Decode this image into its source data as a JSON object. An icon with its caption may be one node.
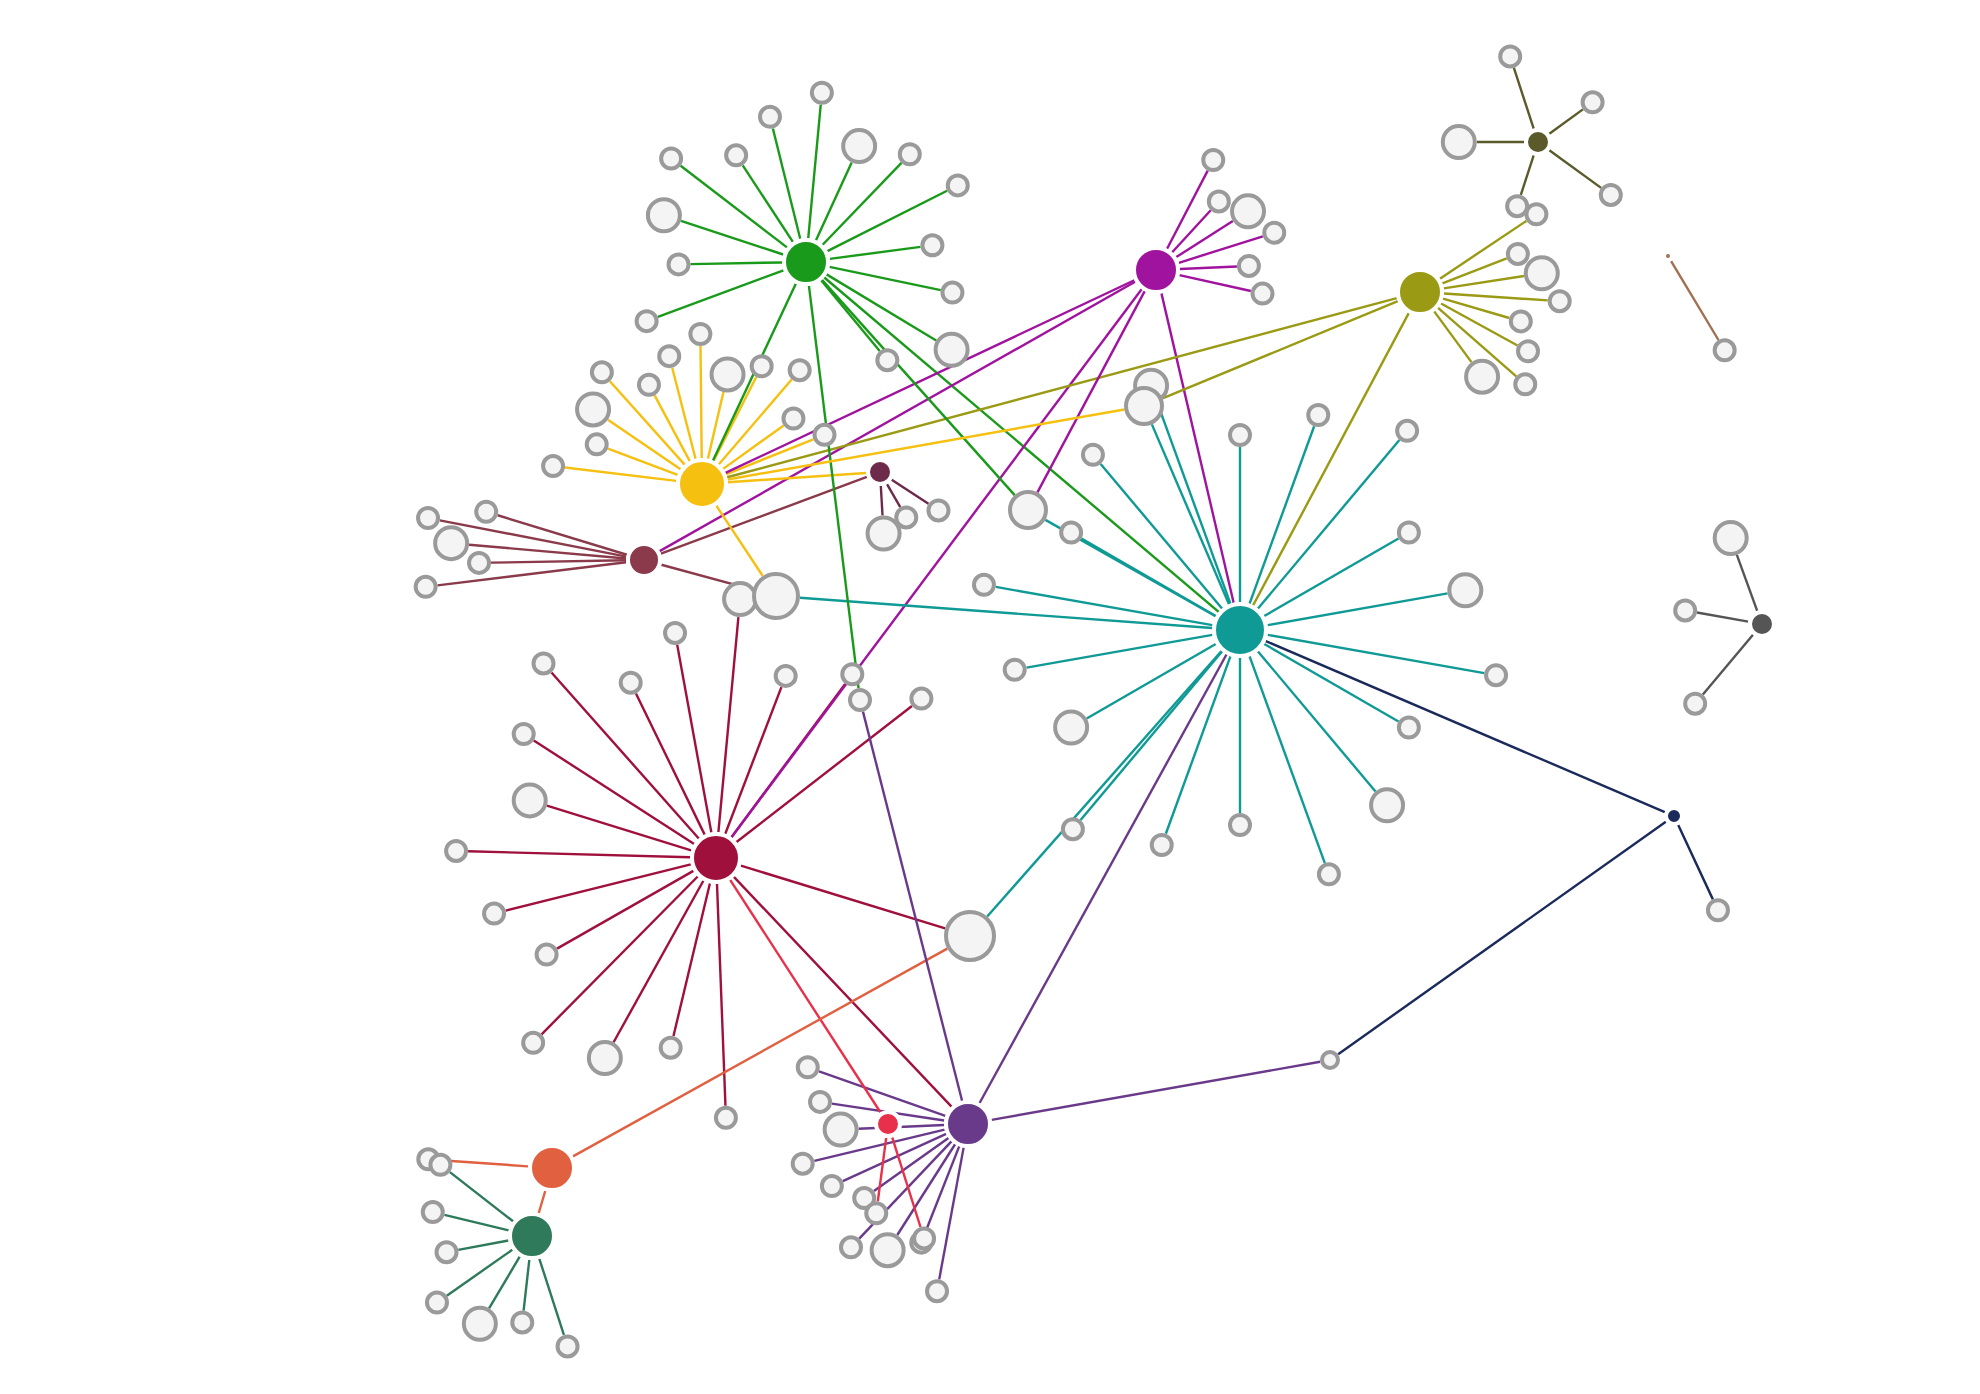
{
  "diagram": {
    "nodes": [
      {
        "text": [],
        "shape": "circle"
      },
      {
        "text": [],
        "shape": "circle"
      },
      {
        "text": [],
        "shape": "circle"
      },
      {
        "text": [],
        "shape": "circle"
      },
      {
        "text": [],
        "shape": "circle"
      },
      {
        "text": [],
        "shape": "circle"
      },
      {
        "text": [],
        "shape": "circle"
      },
      {
        "text": [],
        "shape": "circle"
      },
      {
        "text": [],
        "shape": "circle"
      },
      {
        "text": [],
        "shape": "circle"
      },
      {
        "text": [],
        "shape": "circle"
      },
      {
        "text": [],
        "shape": "circle"
      },
      {
        "text": [],
        "shape": "circle"
      },
      {
        "text": [],
        "shape": "circle"
      },
      {
        "text": [],
        "shape": "circle"
      },
      {
        "text": [],
        "shape": "circle"
      },
      {
        "text": [],
        "shape": "circle"
      },
      {
        "text": [],
        "shape": "circle"
      },
      {
        "text": [],
        "shape": "circle"
      },
      {
        "text": [],
        "shape": "circle"
      },
      {
        "text": [],
        "shape": "circle"
      },
      {
        "text": [],
        "shape": "circle"
      },
      {
        "text": [],
        "shape": "circle"
      },
      {
        "text": [],
        "shape": "circle"
      },
      {
        "text": [],
        "shape": "circle"
      },
      {
        "text": [],
        "shape": "circle"
      },
      {
        "text": [],
        "shape": "circle"
      },
      {
        "text": [],
        "shape": "circle"
      },
      {
        "text": [],
        "shape": "circle"
      },
      {
        "text": [],
        "shape": "circle"
      },
      {
        "text": [],
        "shape": "circle"
      },
      {
        "text": [],
        "shape": "circle"
      },
      {
        "text": [],
        "shape": "circle"
      },
      {
        "text": [],
        "shape": "circle"
      },
      {
        "text": [],
        "shape": "circle"
      },
      {
        "text": [],
        "shape": "circle"
      },
      {
        "text": [],
        "shape": "circle"
      },
      {
        "text": [],
        "shape": "circle"
      },
      {
        "text": [],
        "shape": "circle"
      },
      {
        "text": [],
        "shape": "circle"
      },
      {
        "text": [],
        "shape": "circle"
      },
      {
        "text": [],
        "shape": "circle"
      },
      {
        "text": [],
        "shape": "circle"
      },
      {
        "text": [],
        "shape": "circle"
      },
      {
        "text": [],
        "shape": "circle"
      },
      {
        "text": [],
        "shape": "circle"
      },
      {
        "text": [],
        "shape": "circle"
      },
      {
        "text": [],
        "shape": "circle"
      },
      {
        "text": [],
        "shape": "circle"
      },
      {
        "text": [],
        "shape": "circle"
      },
      {
        "text": [],
        "shape": "circle"
      },
      {
        "text": [],
        "shape": "circle"
      },
      {
        "text": [],
        "shape": "circle"
      },
      {
        "text": [],
        "shape": "circle"
      },
      {
        "text": [],
        "shape": "circle"
      },
      {
        "text": [],
        "shape": "circle"
      },
      {
        "text": [],
        "shape": "circle"
      },
      {
        "text": [],
        "shape": "circle"
      },
      {
        "text": [],
        "shape": "circle"
      },
      {
        "text": [],
        "shape": "circle"
      },
      {
        "text": [],
        "shape": "circle"
      },
      {
        "text": [],
        "shape": "circle"
      },
      {
        "text": [],
        "shape": "circle"
      },
      {
        "text": [],
        "shape": "circle"
      },
      {
        "text": [],
        "shape": "circle"
      },
      {
        "text": [],
        "shape": "circle"
      },
      {
        "text": [],
        "shape": "circle"
      },
      {
        "text": [],
        "shape": "circle"
      },
      {
        "text": [],
        "shape": "circle"
      },
      {
        "text": [],
        "shape": "circle"
      },
      {
        "text": [],
        "shape": "circle"
      },
      {
        "text": [],
        "shape": "circle"
      },
      {
        "text": [],
        "shape": "circle"
      },
      {
        "text": [],
        "shape": "circle"
      },
      {
        "text": [],
        "shape": "circle"
      },
      {
        "text": [],
        "shape": "circle"
      },
      {
        "text": [],
        "shape": "circle"
      },
      {
        "text": [],
        "shape": "circle"
      },
      {
        "text": [],
        "shape": "circle"
      },
      {
        "text": [],
        "shape": "circle"
      },
      {
        "text": [],
        "shape": "circle"
      },
      {
        "text": [],
        "shape": "circle"
      },
      {
        "text": [],
        "shape": "circle"
      },
      {
        "text": [],
        "shape": "circle"
      },
      {
        "text": [],
        "shape": "circle"
      },
      {
        "text": [],
        "shape": "circle"
      },
      {
        "text": [],
        "shape": "circle"
      },
      {
        "text": [],
        "shape": "circle"
      },
      {
        "text": [],
        "shape": "circle"
      },
      {
        "text": [],
        "shape": "circle"
      },
      {
        "text": [],
        "shape": "circle"
      },
      {
        "text": [],
        "shape": "circle"
      },
      {
        "text": [],
        "shape": "circle"
      },
      {
        "text": [],
        "shape": "circle"
      },
      {
        "text": [],
        "shape": "circle"
      },
      {
        "text": [],
        "shape": "circle"
      },
      {
        "text": [],
        "shape": "circle"
      },
      {
        "text": [],
        "shape": "circle"
      },
      {
        "text": [],
        "shape": "circle"
      },
      {
        "text": [],
        "shape": "circle"
      },
      {
        "text": [],
        "shape": "circle"
      },
      {
        "text": [],
        "shape": "circle"
      },
      {
        "text": [],
        "shape": "circle"
      },
      {
        "text": [],
        "shape": "circle"
      },
      {
        "text": [],
        "shape": "circle"
      },
      {
        "text": [],
        "shape": "circle"
      },
      {
        "text": [],
        "shape": "circle"
      },
      {
        "text": [],
        "shape": "circle"
      },
      {
        "text": [],
        "shape": "circle"
      },
      {
        "text": [],
        "shape": "circle"
      },
      {
        "text": [],
        "shape": "circle"
      },
      {
        "text": [],
        "shape": "circle"
      },
      {
        "text": [],
        "shape": "circle"
      },
      {
        "text": [],
        "shape": "circle"
      },
      {
        "text": [],
        "shape": "circle"
      },
      {
        "text": [],
        "shape": "circle"
      },
      {
        "text": [],
        "shape": "circle"
      },
      {
        "text": [],
        "shape": "circle"
      },
      {
        "text": [],
        "shape": "circle"
      },
      {
        "text": [],
        "shape": "circle"
      },
      {
        "text": [],
        "shape": "circle"
      },
      {
        "text": [],
        "shape": "circle"
      },
      {
        "text": [],
        "shape": "circle"
      },
      {
        "text": [],
        "shape": "circle"
      },
      {
        "text": [],
        "shape": "circle"
      },
      {
        "text": [],
        "shape": "circle"
      },
      {
        "text": [],
        "shape": "circle"
      },
      {
        "text": [],
        "shape": "circle"
      },
      {
        "text": [],
        "shape": "circle"
      },
      {
        "text": [],
        "shape": "circle"
      },
      {
        "text": [],
        "shape": "circle"
      },
      {
        "text": [],
        "shape": "circle"
      },
      {
        "text": [],
        "shape": "circle"
      },
      {
        "text": [],
        "shape": "circle"
      }
    ],
    "edges": [
      {
        "from": 0,
        "to": 16,
        "arrow": "none",
        "color": "#1a9a1a"
      },
      {
        "from": 0,
        "to": 17,
        "arrow": "none",
        "color": "#1a9a1a"
      },
      {
        "from": 0,
        "to": 18,
        "arrow": "none",
        "color": "#1a9a1a"
      },
      {
        "from": 0,
        "to": 19,
        "arrow": "none",
        "color": "#1a9a1a"
      },
      {
        "from": 0,
        "to": 20,
        "arrow": "none",
        "color": "#1a9a1a"
      },
      {
        "from": 0,
        "to": 21,
        "arrow": "none",
        "color": "#1a9a1a"
      },
      {
        "from": 0,
        "to": 22,
        "arrow": "none",
        "color": "#1a9a1a"
      },
      {
        "from": 0,
        "to": 23,
        "arrow": "none",
        "color": "#1a9a1a"
      },
      {
        "from": 0,
        "to": 24,
        "arrow": "none",
        "color": "#1a9a1a"
      },
      {
        "from": 0,
        "to": 25,
        "arrow": "none",
        "color": "#1a9a1a"
      },
      {
        "from": 0,
        "to": 26,
        "arrow": "none",
        "color": "#1a9a1a"
      },
      {
        "from": 0,
        "to": 27,
        "arrow": "none",
        "color": "#1a9a1a"
      },
      {
        "from": 0,
        "to": 28,
        "arrow": "none",
        "color": "#1a9a1a"
      },
      {
        "from": 0,
        "to": 29,
        "arrow": "none",
        "color": "#1a9a1a"
      },
      {
        "from": 1,
        "to": 30,
        "arrow": "none",
        "color": "#a0139e"
      },
      {
        "from": 1,
        "to": 31,
        "arrow": "none",
        "color": "#a0139e"
      },
      {
        "from": 1,
        "to": 32,
        "arrow": "none",
        "color": "#a0139e"
      },
      {
        "from": 1,
        "to": 33,
        "arrow": "none",
        "color": "#a0139e"
      },
      {
        "from": 1,
        "to": 34,
        "arrow": "none",
        "color": "#a0139e"
      },
      {
        "from": 1,
        "to": 35,
        "arrow": "none",
        "color": "#a0139e"
      },
      {
        "from": 2,
        "to": 36,
        "arrow": "none",
        "color": "#9a9a14"
      },
      {
        "from": 2,
        "to": 37,
        "arrow": "none",
        "color": "#9a9a14"
      },
      {
        "from": 2,
        "to": 38,
        "arrow": "none",
        "color": "#9a9a14"
      },
      {
        "from": 2,
        "to": 39,
        "arrow": "none",
        "color": "#9a9a14"
      },
      {
        "from": 2,
        "to": 40,
        "arrow": "none",
        "color": "#9a9a14"
      },
      {
        "from": 2,
        "to": 41,
        "arrow": "none",
        "color": "#9a9a14"
      },
      {
        "from": 2,
        "to": 42,
        "arrow": "none",
        "color": "#9a9a14"
      },
      {
        "from": 2,
        "to": 43,
        "arrow": "none",
        "color": "#9a9a14"
      },
      {
        "from": 3,
        "to": 44,
        "arrow": "none",
        "color": "#5a5a2a"
      },
      {
        "from": 3,
        "to": 45,
        "arrow": "none",
        "color": "#5a5a2a"
      },
      {
        "from": 3,
        "to": 46,
        "arrow": "none",
        "color": "#5a5a2a"
      },
      {
        "from": 3,
        "to": 47,
        "arrow": "none",
        "color": "#5a5a2a"
      },
      {
        "from": 3,
        "to": 48,
        "arrow": "none",
        "color": "#5a5a2a"
      },
      {
        "from": 4,
        "to": 49,
        "arrow": "none",
        "color": "#f5c010"
      },
      {
        "from": 4,
        "to": 50,
        "arrow": "none",
        "color": "#f5c010"
      },
      {
        "from": 4,
        "to": 51,
        "arrow": "none",
        "color": "#f5c010"
      },
      {
        "from": 4,
        "to": 52,
        "arrow": "none",
        "color": "#f5c010"
      },
      {
        "from": 4,
        "to": 53,
        "arrow": "none",
        "color": "#f5c010"
      },
      {
        "from": 4,
        "to": 54,
        "arrow": "none",
        "color": "#f5c010"
      },
      {
        "from": 4,
        "to": 55,
        "arrow": "none",
        "color": "#f5c010"
      },
      {
        "from": 4,
        "to": 56,
        "arrow": "none",
        "color": "#f5c010"
      },
      {
        "from": 4,
        "to": 57,
        "arrow": "none",
        "color": "#f5c010"
      },
      {
        "from": 4,
        "to": 58,
        "arrow": "none",
        "color": "#f5c010"
      },
      {
        "from": 4,
        "to": 59,
        "arrow": "none",
        "color": "#f5c010"
      },
      {
        "from": 4,
        "to": 60,
        "arrow": "none",
        "color": "#f5c010"
      },
      {
        "from": 5,
        "to": 61,
        "arrow": "none",
        "color": "#6e2a4a"
      },
      {
        "from": 5,
        "to": 62,
        "arrow": "none",
        "color": "#6e2a4a"
      },
      {
        "from": 5,
        "to": 63,
        "arrow": "none",
        "color": "#6e2a4a"
      },
      {
        "from": 6,
        "to": 64,
        "arrow": "none",
        "color": "#8a3a4a"
      },
      {
        "from": 6,
        "to": 65,
        "arrow": "none",
        "color": "#8a3a4a"
      },
      {
        "from": 6,
        "to": 66,
        "arrow": "none",
        "color": "#8a3a4a"
      },
      {
        "from": 6,
        "to": 67,
        "arrow": "none",
        "color": "#8a3a4a"
      },
      {
        "from": 6,
        "to": 68,
        "arrow": "none",
        "color": "#8a3a4a"
      },
      {
        "from": 7,
        "to": 69,
        "arrow": "none",
        "color": "#0f9a96"
      },
      {
        "from": 7,
        "to": 70,
        "arrow": "none",
        "color": "#0f9a96"
      },
      {
        "from": 7,
        "to": 71,
        "arrow": "none",
        "color": "#0f9a96"
      },
      {
        "from": 7,
        "to": 72,
        "arrow": "none",
        "color": "#0f9a96"
      },
      {
        "from": 7,
        "to": 73,
        "arrow": "none",
        "color": "#0f9a96"
      },
      {
        "from": 7,
        "to": 74,
        "arrow": "none",
        "color": "#0f9a96"
      },
      {
        "from": 7,
        "to": 75,
        "arrow": "none",
        "color": "#0f9a96"
      },
      {
        "from": 7,
        "to": 76,
        "arrow": "none",
        "color": "#0f9a96"
      },
      {
        "from": 7,
        "to": 77,
        "arrow": "none",
        "color": "#0f9a96"
      },
      {
        "from": 7,
        "to": 78,
        "arrow": "none",
        "color": "#0f9a96"
      },
      {
        "from": 7,
        "to": 79,
        "arrow": "none",
        "color": "#0f9a96"
      },
      {
        "from": 7,
        "to": 80,
        "arrow": "none",
        "color": "#0f9a96"
      },
      {
        "from": 7,
        "to": 81,
        "arrow": "none",
        "color": "#0f9a96"
      },
      {
        "from": 7,
        "to": 82,
        "arrow": "none",
        "color": "#0f9a96"
      },
      {
        "from": 7,
        "to": 83,
        "arrow": "none",
        "color": "#0f9a96"
      },
      {
        "from": 7,
        "to": 84,
        "arrow": "none",
        "color": "#0f9a96"
      },
      {
        "from": 7,
        "to": 85,
        "arrow": "none",
        "color": "#0f9a96"
      },
      {
        "from": 7,
        "to": 86,
        "arrow": "none",
        "color": "#0f9a96"
      },
      {
        "from": 8,
        "to": 87,
        "arrow": "none",
        "color": "#a0103c"
      },
      {
        "from": 8,
        "to": 88,
        "arrow": "none",
        "color": "#a0103c"
      },
      {
        "from": 8,
        "to": 89,
        "arrow": "none",
        "color": "#a0103c"
      },
      {
        "from": 8,
        "to": 90,
        "arrow": "none",
        "color": "#a0103c"
      },
      {
        "from": 8,
        "to": 91,
        "arrow": "none",
        "color": "#a0103c"
      },
      {
        "from": 8,
        "to": 92,
        "arrow": "none",
        "color": "#a0103c"
      },
      {
        "from": 8,
        "to": 93,
        "arrow": "none",
        "color": "#a0103c"
      },
      {
        "from": 8,
        "to": 94,
        "arrow": "none",
        "color": "#a0103c"
      },
      {
        "from": 8,
        "to": 95,
        "arrow": "none",
        "color": "#a0103c"
      },
      {
        "from": 8,
        "to": 96,
        "arrow": "none",
        "color": "#a0103c"
      },
      {
        "from": 8,
        "to": 97,
        "arrow": "none",
        "color": "#a0103c"
      },
      {
        "from": 8,
        "to": 98,
        "arrow": "none",
        "color": "#a0103c"
      },
      {
        "from": 8,
        "to": 99,
        "arrow": "none",
        "color": "#a0103c"
      },
      {
        "from": 8,
        "to": 100,
        "arrow": "none",
        "color": "#a0103c"
      },
      {
        "from": 8,
        "to": 101,
        "arrow": "none",
        "color": "#a0103c"
      },
      {
        "from": 8,
        "to": 102,
        "arrow": "none",
        "color": "#a0103c"
      },
      {
        "from": 9,
        "to": 103,
        "arrow": "none",
        "color": "#6a3a8a"
      },
      {
        "from": 9,
        "to": 104,
        "arrow": "none",
        "color": "#6a3a8a"
      },
      {
        "from": 9,
        "to": 105,
        "arrow": "none",
        "color": "#6a3a8a"
      },
      {
        "from": 9,
        "to": 106,
        "arrow": "none",
        "color": "#6a3a8a"
      },
      {
        "from": 9,
        "to": 107,
        "arrow": "none",
        "color": "#6a3a8a"
      },
      {
        "from": 9,
        "to": 108,
        "arrow": "none",
        "color": "#6a3a8a"
      },
      {
        "from": 9,
        "to": 109,
        "arrow": "none",
        "color": "#6a3a8a"
      },
      {
        "from": 9,
        "to": 110,
        "arrow": "none",
        "color": "#6a3a8a"
      },
      {
        "from": 9,
        "to": 111,
        "arrow": "none",
        "color": "#6a3a8a"
      },
      {
        "from": 9,
        "to": 112,
        "arrow": "none",
        "color": "#6a3a8a"
      },
      {
        "from": 10,
        "to": 113,
        "arrow": "none",
        "color": "#e8304a"
      },
      {
        "from": 10,
        "to": 114,
        "arrow": "none",
        "color": "#e8304a"
      },
      {
        "from": 11,
        "to": 115,
        "arrow": "none",
        "color": "#e06040"
      },
      {
        "from": 12,
        "to": 116,
        "arrow": "none",
        "color": "#2e7a5a"
      },
      {
        "from": 12,
        "to": 117,
        "arrow": "none",
        "color": "#2e7a5a"
      },
      {
        "from": 12,
        "to": 118,
        "arrow": "none",
        "color": "#2e7a5a"
      },
      {
        "from": 12,
        "to": 119,
        "arrow": "none",
        "color": "#2e7a5a"
      },
      {
        "from": 12,
        "to": 120,
        "arrow": "none",
        "color": "#2e7a5a"
      },
      {
        "from": 12,
        "to": 121,
        "arrow": "none",
        "color": "#2e7a5a"
      },
      {
        "from": 12,
        "to": 122,
        "arrow": "none",
        "color": "#2e7a5a"
      },
      {
        "from": 13,
        "to": 123,
        "arrow": "none",
        "color": "#555555"
      },
      {
        "from": 13,
        "to": 124,
        "arrow": "none",
        "color": "#555555"
      },
      {
        "from": 13,
        "to": 125,
        "arrow": "none",
        "color": "#555555"
      },
      {
        "from": 14,
        "to": 126,
        "arrow": "none",
        "color": "#1a2a5a"
      },
      {
        "from": 15,
        "to": 127,
        "arrow": "none",
        "color": "#a07050"
      },
      {
        "from": 0,
        "to": 7,
        "arrow": "none",
        "color": "#1a9a1a"
      },
      {
        "from": 1,
        "to": 4,
        "arrow": "none",
        "color": "#a0139e"
      },
      {
        "from": 1,
        "to": 6,
        "arrow": "none",
        "color": "#a0139e"
      },
      {
        "from": 1,
        "to": 8,
        "arrow": "none",
        "color": "#a0139e"
      },
      {
        "from": 1,
        "to": 7,
        "arrow": "none",
        "color": "#a0139e"
      },
      {
        "from": 2,
        "to": 4,
        "arrow": "none",
        "color": "#9a9a14"
      },
      {
        "from": 2,
        "to": 7,
        "arrow": "none",
        "color": "#9a9a14"
      },
      {
        "from": 7,
        "to": 14,
        "arrow": "none",
        "color": "#1a2a5a"
      },
      {
        "from": 9,
        "to": 128,
        "arrow": "none",
        "color": "#6a3a8a"
      },
      {
        "from": 14,
        "to": 128,
        "arrow": "none",
        "color": "#1a2a5a"
      },
      {
        "from": 8,
        "to": 9,
        "arrow": "none",
        "color": "#a0103c"
      },
      {
        "from": 7,
        "to": 9,
        "arrow": "none",
        "color": "#6a3a8a"
      },
      {
        "from": 4,
        "to": 5,
        "arrow": "none",
        "color": "#f5c010"
      },
      {
        "from": 6,
        "to": 5,
        "arrow": "none",
        "color": "#8a3a4a"
      },
      {
        "from": 8,
        "to": 10,
        "arrow": "none",
        "color": "#e8304a"
      },
      {
        "from": 11,
        "to": 12,
        "arrow": "none",
        "color": "#e06040"
      },
      {
        "from": 0,
        "to": 4,
        "arrow": "none",
        "color": "#1a9a1a"
      },
      {
        "from": 4,
        "to": 129,
        "arrow": "none",
        "color": "#f5c010"
      },
      {
        "from": 6,
        "to": 129,
        "arrow": "none",
        "color": "#8a3a4a"
      },
      {
        "from": 7,
        "to": 129,
        "arrow": "none",
        "color": "#0f9a96"
      },
      {
        "from": 8,
        "to": 130,
        "arrow": "none",
        "color": "#a0103c"
      },
      {
        "from": 7,
        "to": 130,
        "arrow": "none",
        "color": "#0f9a96"
      },
      {
        "from": 11,
        "to": 130,
        "arrow": "none",
        "color": "#e06040"
      },
      {
        "from": 1,
        "to": 131,
        "arrow": "none",
        "color": "#a0139e"
      },
      {
        "from": 7,
        "to": 131,
        "arrow": "none",
        "color": "#0f9a96"
      },
      {
        "from": 0,
        "to": 131,
        "arrow": "none",
        "color": "#1a9a1a"
      },
      {
        "from": 0,
        "to": 132,
        "arrow": "none",
        "color": "#1a9a1a"
      },
      {
        "from": 9,
        "to": 132,
        "arrow": "none",
        "color": "#6a3a8a"
      },
      {
        "from": 2,
        "to": 133,
        "arrow": "none",
        "color": "#9a9a14"
      },
      {
        "from": 7,
        "to": 133,
        "arrow": "none",
        "color": "#0f9a96"
      },
      {
        "from": 4,
        "to": 133,
        "arrow": "none",
        "color": "#f5c010"
      }
    ]
  }
}
